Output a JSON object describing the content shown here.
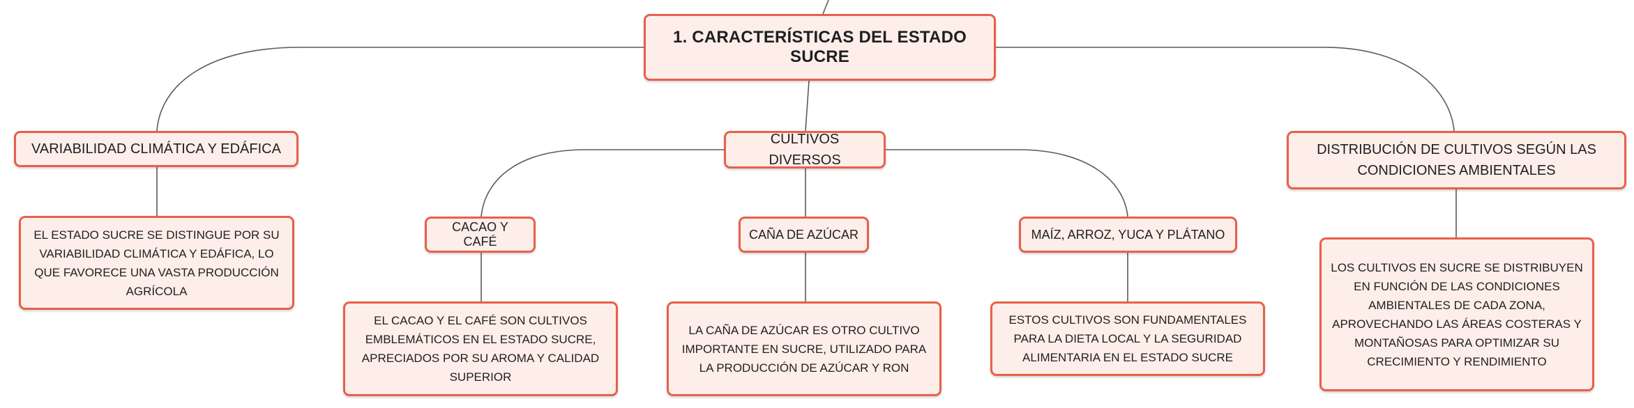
{
  "root": {
    "label": "1. CARACTERÍSTICAS DEL ESTADO SUCRE"
  },
  "branches": {
    "variabilidad": {
      "label": "VARIABILIDAD CLIMÁTICA Y EDÁFICA",
      "description": "EL ESTADO SUCRE SE DISTINGUE POR SU VARIABILIDAD CLIMÁTICA Y EDÁFICA, LO QUE FAVORECE UNA VASTA PRODUCCIÓN AGRÍCOLA"
    },
    "cultivos": {
      "label": "CULTIVOS DIVERSOS",
      "children": {
        "cacao": {
          "label": "CACAO Y CAFÉ",
          "description": "EL CACAO Y EL CAFÉ SON CULTIVOS EMBLEMÁTICOS EN EL ESTADO SUCRE, APRECIADOS POR SU AROMA Y CALIDAD SUPERIOR"
        },
        "cana": {
          "label": "CAÑA DE AZÚCAR",
          "description": "LA CAÑA DE AZÚCAR ES OTRO CULTIVO IMPORTANTE EN SUCRE, UTILIZADO PARA LA PRODUCCIÓN DE AZÚCAR Y RON"
        },
        "maiz": {
          "label": "MAÍZ, ARROZ, YUCA Y PLÁTANO",
          "description": "ESTOS CULTIVOS SON FUNDAMENTALES PARA LA DIETA LOCAL Y LA SEGURIDAD ALIMENTARIA EN EL ESTADO SUCRE"
        }
      }
    },
    "distribucion": {
      "label": "DISTRIBUCIÓN DE CULTIVOS SEGÚN LAS CONDICIONES AMBIENTALES",
      "description": "LOS CULTIVOS EN SUCRE SE DISTRIBUYEN EN FUNCIÓN DE LAS CONDICIONES AMBIENTALES DE CADA ZONA, APROVECHANDO LAS ÁREAS COSTERAS Y MONTAÑOSAS PARA OPTIMIZAR SU CRECIMIENTO Y RENDIMIENTO"
    }
  },
  "colors": {
    "border": "#e8604a",
    "fill": "#fdeee9",
    "connector": "#5a5a5a"
  }
}
